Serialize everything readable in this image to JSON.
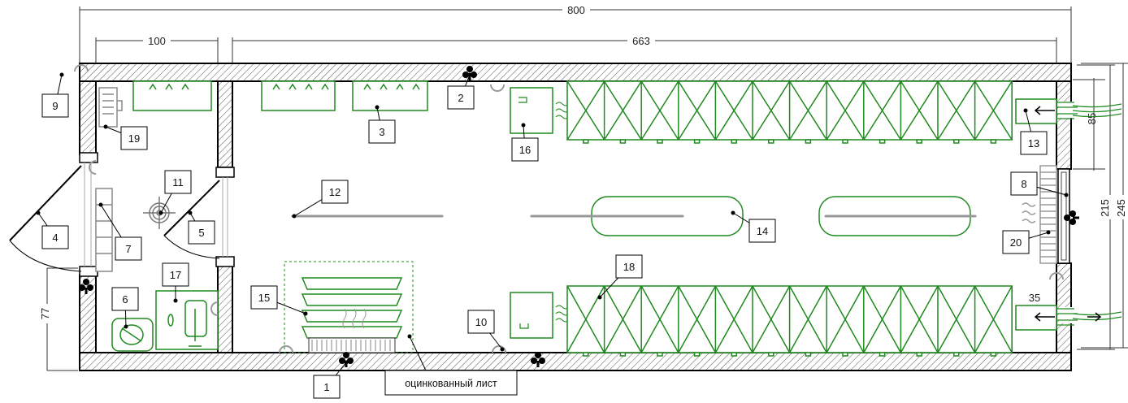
{
  "dimensions": {
    "overall": "800",
    "vestibule": "100",
    "main_hall": "663",
    "right_top": "85",
    "right_mid": "215",
    "right_total": "245",
    "left_bottom": "77",
    "right_low": "35"
  },
  "callouts": [
    "1",
    "2",
    "3",
    "4",
    "5",
    "6",
    "7",
    "8",
    "9",
    "10",
    "11",
    "12",
    "13",
    "14",
    "15",
    "16",
    "17",
    "18",
    "19",
    "20"
  ],
  "note_galvanized": "оцинкованный лист",
  "colors": {
    "equipment": "#1f8a1f",
    "wall": "#000000",
    "hatch": "#555555",
    "dimension": "#333333"
  }
}
